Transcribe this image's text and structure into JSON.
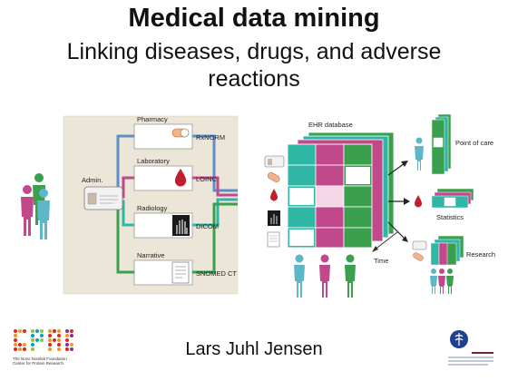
{
  "slide": {
    "title": "Medical data mining",
    "subtitle": "Linking diseases, drugs, and adverse reactions",
    "author": "Lars Juhl Jensen"
  },
  "diagram": {
    "source_label": "Admin.",
    "departments": [
      {
        "name": "Pharmacy",
        "standard": "RxNORM",
        "icon": "pill-icon"
      },
      {
        "name": "Laboratory",
        "standard": "LOINC",
        "icon": "blood-drop-icon"
      },
      {
        "name": "Radiology",
        "standard": "DICOM",
        "icon": "xray-hand-icon"
      },
      {
        "name": "Narrative",
        "standard": "SNOMED CT",
        "icon": "document-icon"
      }
    ],
    "database_label": "EHR database",
    "time_label": "Time",
    "outputs": [
      "Point of care",
      "Statistics",
      "Research"
    ]
  },
  "logos": {
    "left_caption": "The Novo Nordisk Foundation Center for Protein Research"
  },
  "colors": {
    "teal": "#2fb6a5",
    "blue": "#5b8fc9",
    "magenta": "#c2488c",
    "green": "#3aa04e",
    "panel": "#ece6d8"
  }
}
